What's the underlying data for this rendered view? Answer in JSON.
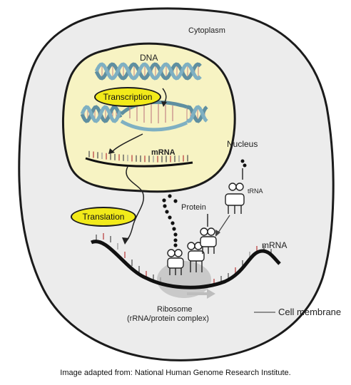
{
  "labels": {
    "cytoplasm": "Cytoplasm",
    "dna": "DNA",
    "transcription": "Transcription",
    "nucleus": "Nucleus",
    "mrna_nucleus": "mRNA",
    "translation": "Translation",
    "protein": "Protein",
    "trna": "tRNA",
    "mrna_cytoplasm": "mRNA",
    "ribosome": "Ribosome",
    "ribosome_detail": "(rRNA/protein complex)",
    "cell_membrane": "Cell membrane"
  },
  "caption": "Image adapted from: National Human Genome Research Institute.",
  "colors": {
    "cell_fill": "#ececec",
    "nucleus_fill": "#f7f3c3",
    "pill_fill": "#f2ea1a",
    "dna_strand": "#5f8fa0",
    "ribosome": "#c8c8c8",
    "outline": "#1b1b1b"
  }
}
